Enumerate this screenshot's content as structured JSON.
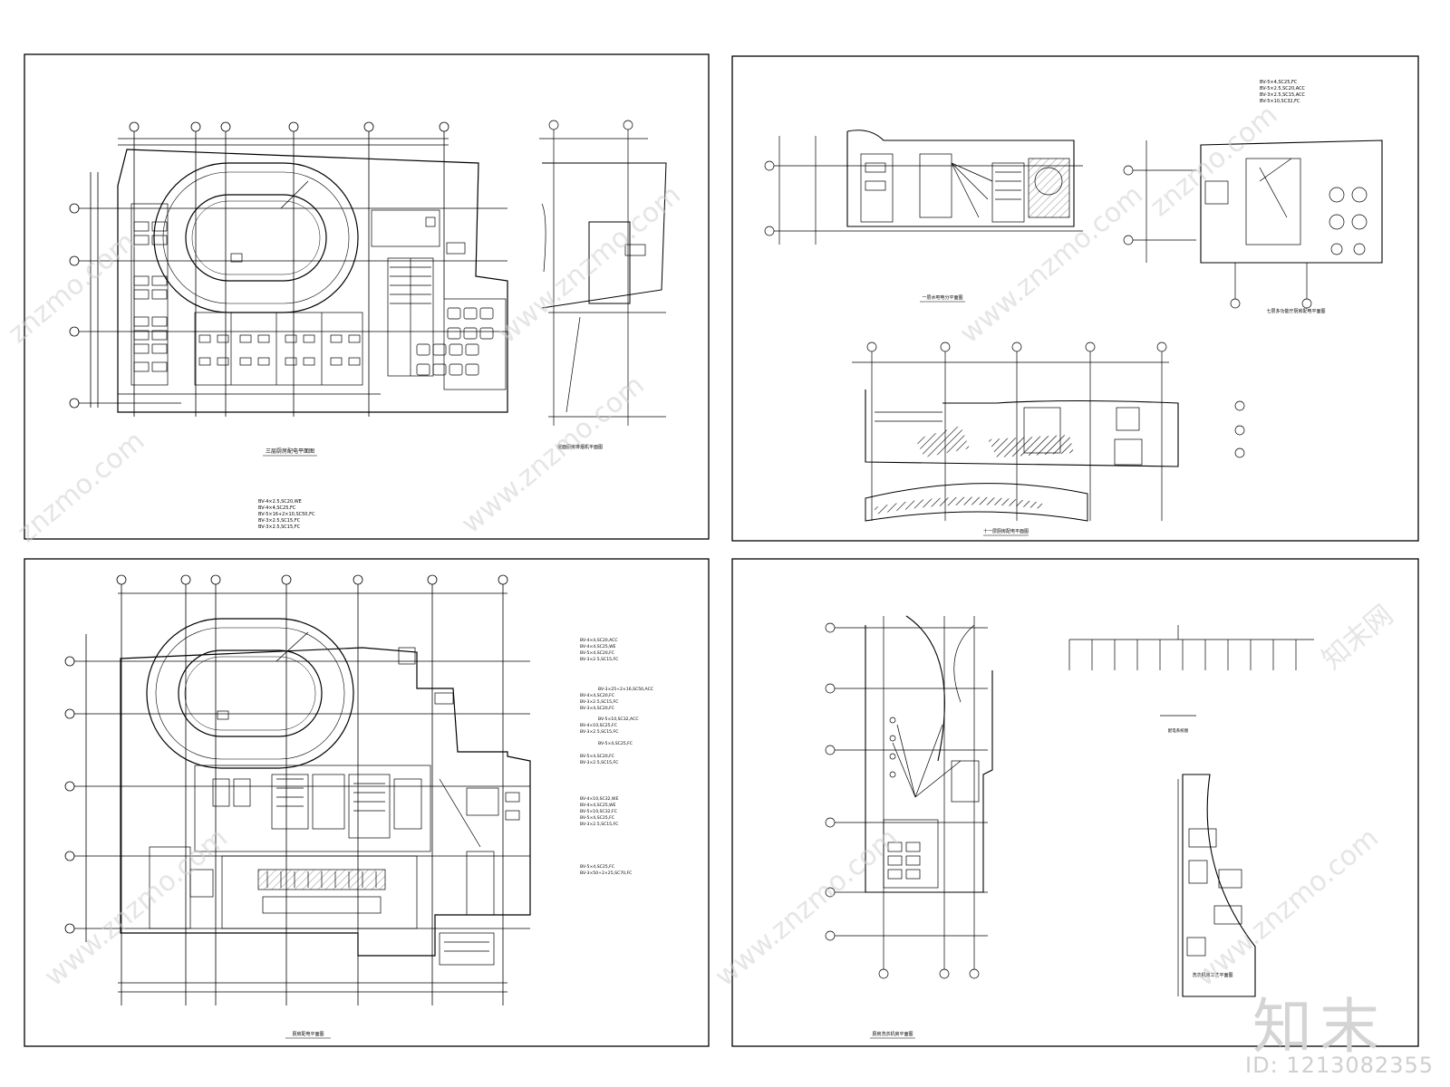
{
  "watermark": {
    "brand": "知末",
    "id_label": "ID: 1213082355",
    "site": "www.znzmo.com",
    "site_short": "znzmo.com",
    "site_cn": "知末网"
  },
  "sheets": [
    {
      "name": "top-left",
      "plan_title": "三层厨房配电平面图",
      "secondary_title": "屋面厨房排烟机平面图",
      "legend_lines": [
        "BV-4×2.5,SC20,WE",
        "BV-4×4,SC25,FC",
        "BV-5×16+2×10,SC50,FC",
        "BV-3×2.5,SC15,FC",
        "BV-3×2.5,SC15,FC"
      ]
    },
    {
      "name": "top-right",
      "plan_title": "一层水吧电分平面图",
      "plan_title_2": "七层多功能厅厨房配电平面图",
      "plan_title_3": "十一层厨房配电平面图",
      "legend_lines": [
        "BV-5×4,SC25,FC",
        "BV-5×2.5,SC20,ACC",
        "BV-3×2.5,SC15,ACC",
        "BV-5×10,SC32,FC"
      ]
    },
    {
      "name": "bottom-left",
      "plan_title": "厨房配电平面图",
      "legend_lines": [
        "BV-4×4,SC20,ACC",
        "BV-4×4,SC25,WE",
        "BV-5×4,SC20,FC",
        "BV-3×2.5,SC15,FC",
        "BV-3×25+2×16,SC50,ACC",
        "BV-4×4,SC20,FC",
        "BV-3×2.5,SC15,FC",
        "BV-3×4,SC20,FC",
        "BV-5×10,SC32,ACC",
        "BV-4×10,SC25,FC",
        "BV-3×2.5,SC15,FC",
        "BV-5×4,SC25,FC",
        "BV-5×4,SC20,FC",
        "BV-3×2.5,SC15,FC",
        "BV-4×10,SC32,WE",
        "BV-4×4,SC25,WE",
        "BV-5×10,SC32,FC",
        "BV-5×4,SC25,FC",
        "BV-3×2.5,SC15,FC",
        "BV-5×4,SC25,FC",
        "BV-3×50+2×25,SC70,FC"
      ]
    },
    {
      "name": "bottom-right",
      "plan_title": "厨房洗衣机房平面图",
      "plan_title_2": "洗衣机房工艺平面图",
      "riser_caption": "配电系统图"
    }
  ]
}
